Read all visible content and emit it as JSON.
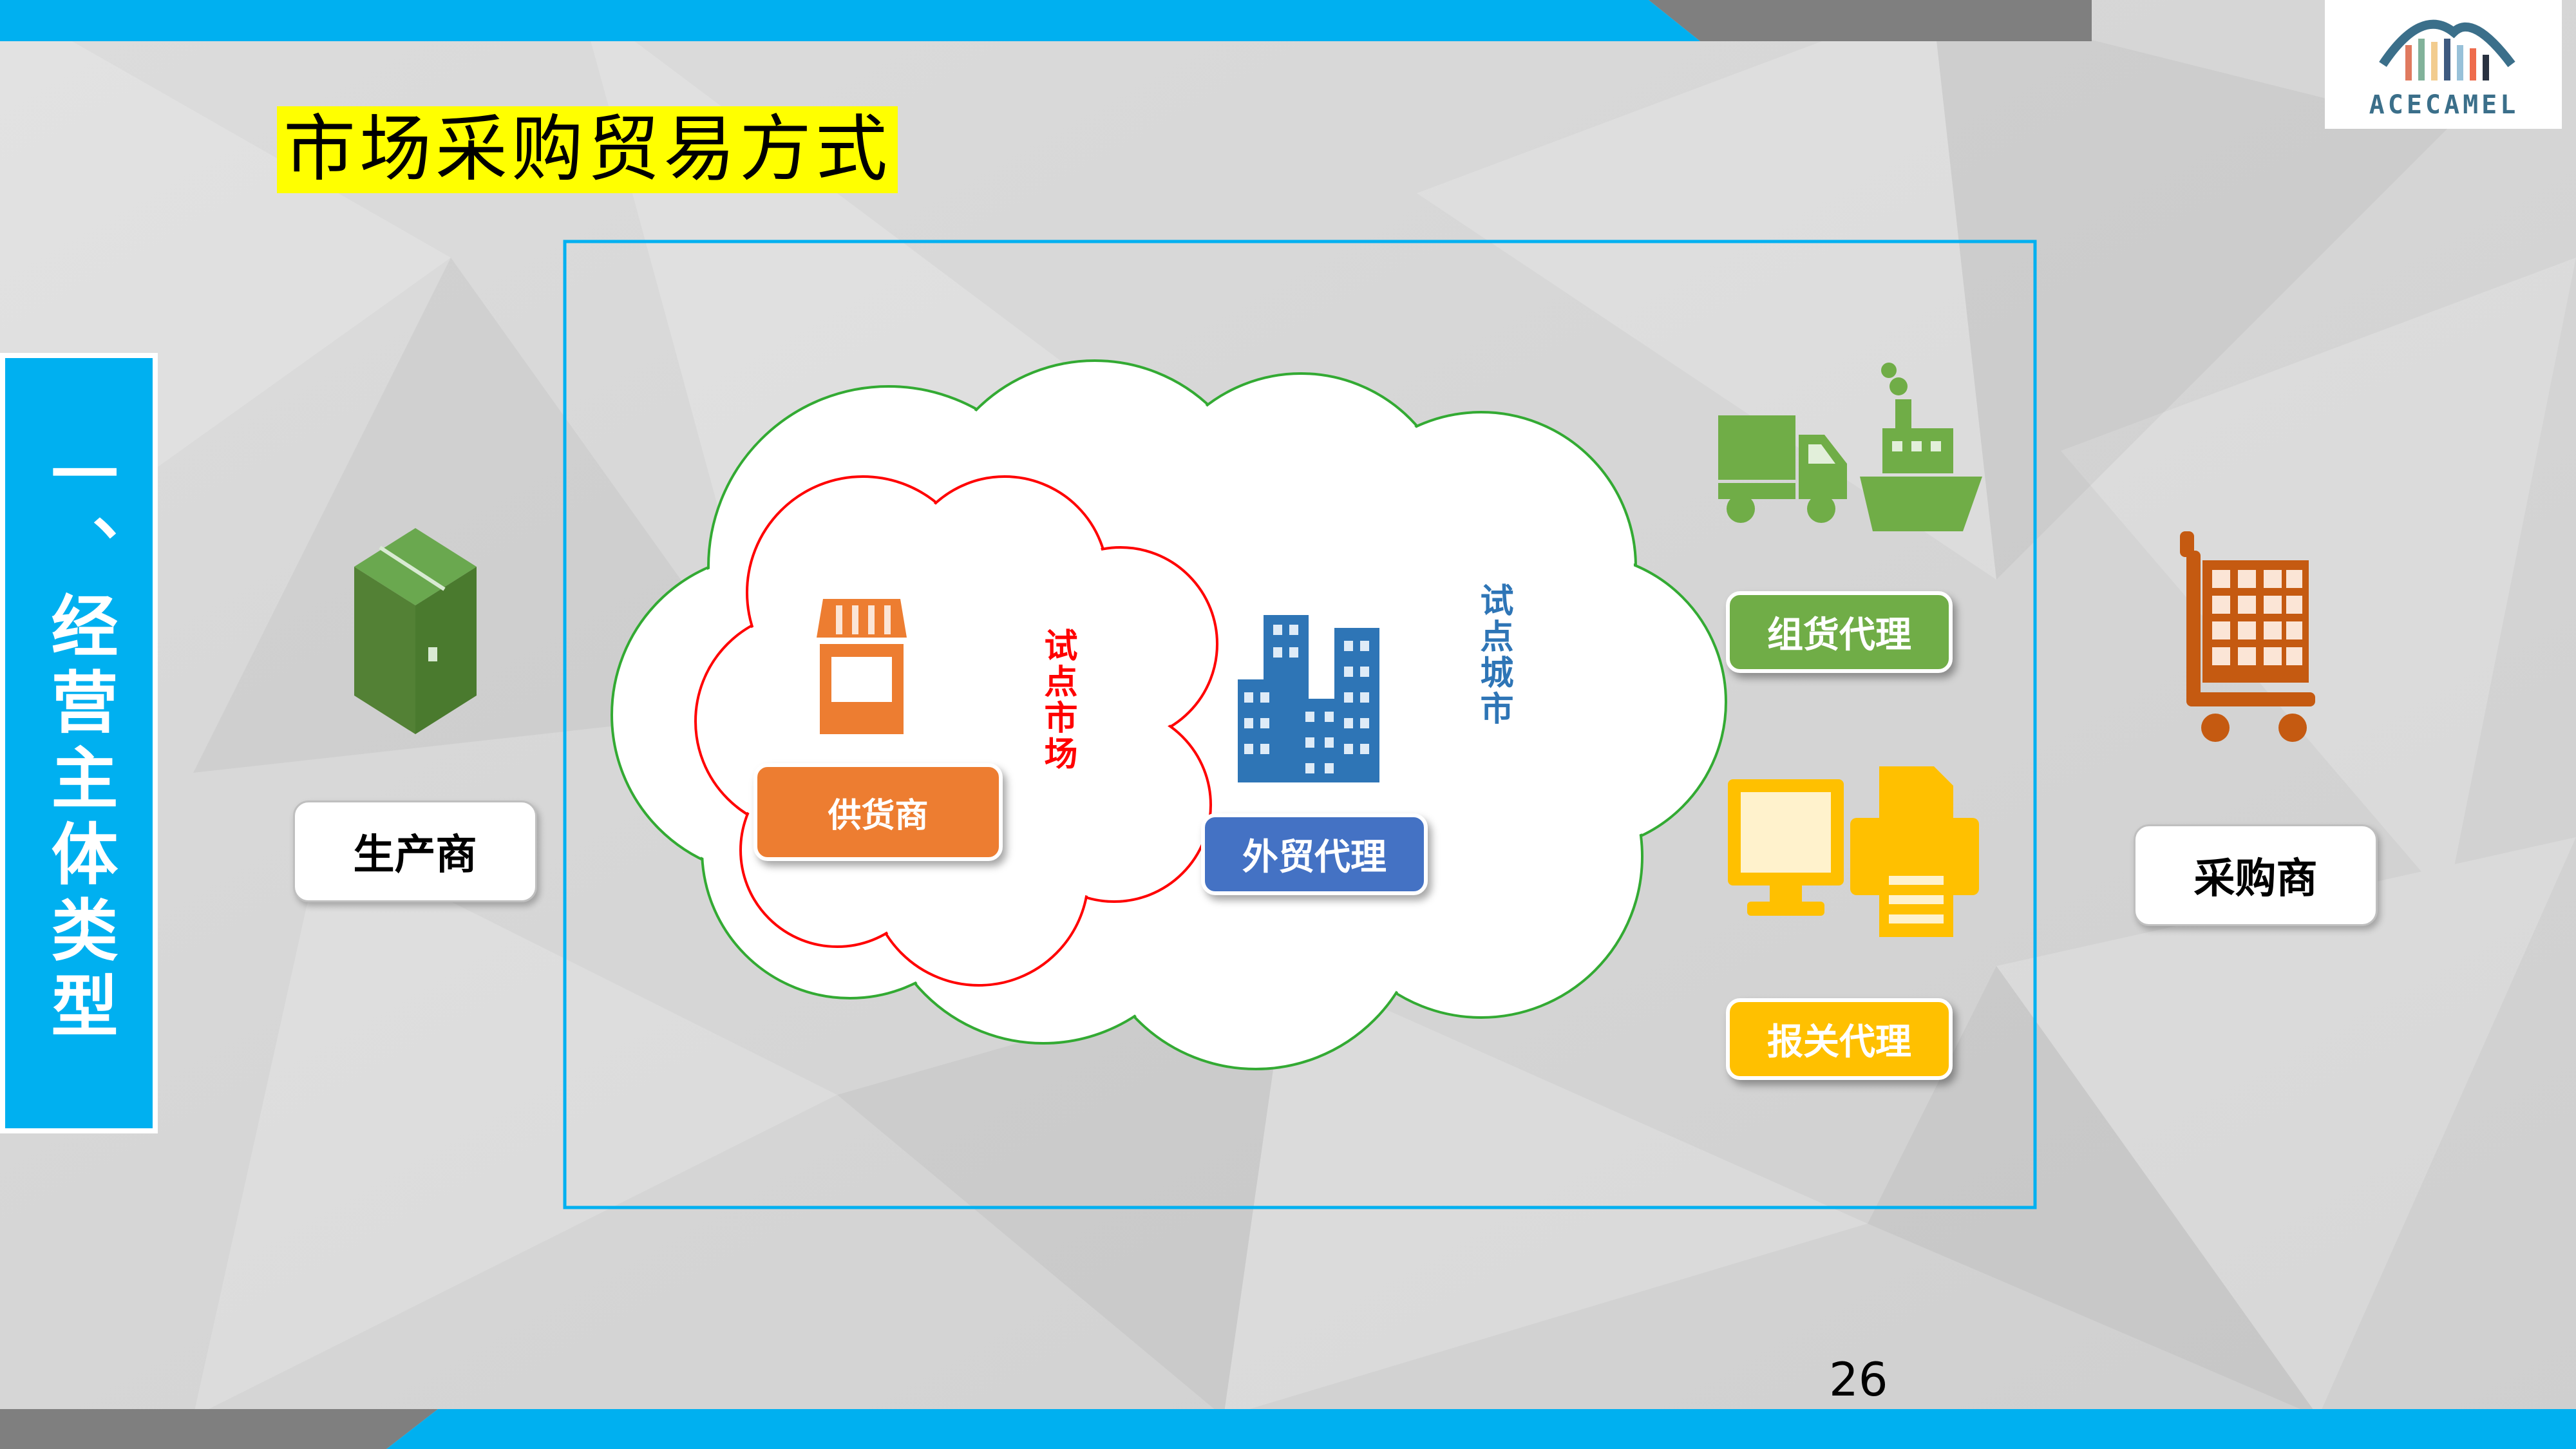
{
  "page": {
    "title": "市场采购贸易方式",
    "side_heading": "一、经营主体类型",
    "page_number": "26"
  },
  "logo": {
    "text": "ACECAMEL"
  },
  "actors": {
    "producer": "生产商",
    "buyer": "采购商"
  },
  "cloud": {
    "pilot_market": "试点市场",
    "pilot_city": "试点城市",
    "supplier": "供货商",
    "foreign_trade_agent": "外贸代理"
  },
  "agents": {
    "consolidation": "组货代理",
    "customs": "报关代理"
  },
  "colors": {
    "top_bar": "#00b0f0",
    "side_panel": "#00b0f0",
    "title_highlight": "#ffff00",
    "supplier": "#ed7d31",
    "foreign_trade_agent": "#4472c4",
    "consolidation": "#70ad47",
    "customs": "#ffc000",
    "cart": "#c55a11",
    "box": "#538135",
    "pilot_market_text": "#ff0000",
    "pilot_city_text": "#2e75b6"
  },
  "icons": [
    "box-icon",
    "store-icon",
    "buildings-icon",
    "truck-icon",
    "ship-icon",
    "computer-icon",
    "printer-icon",
    "cart-icon",
    "logo-mountain-icon"
  ]
}
